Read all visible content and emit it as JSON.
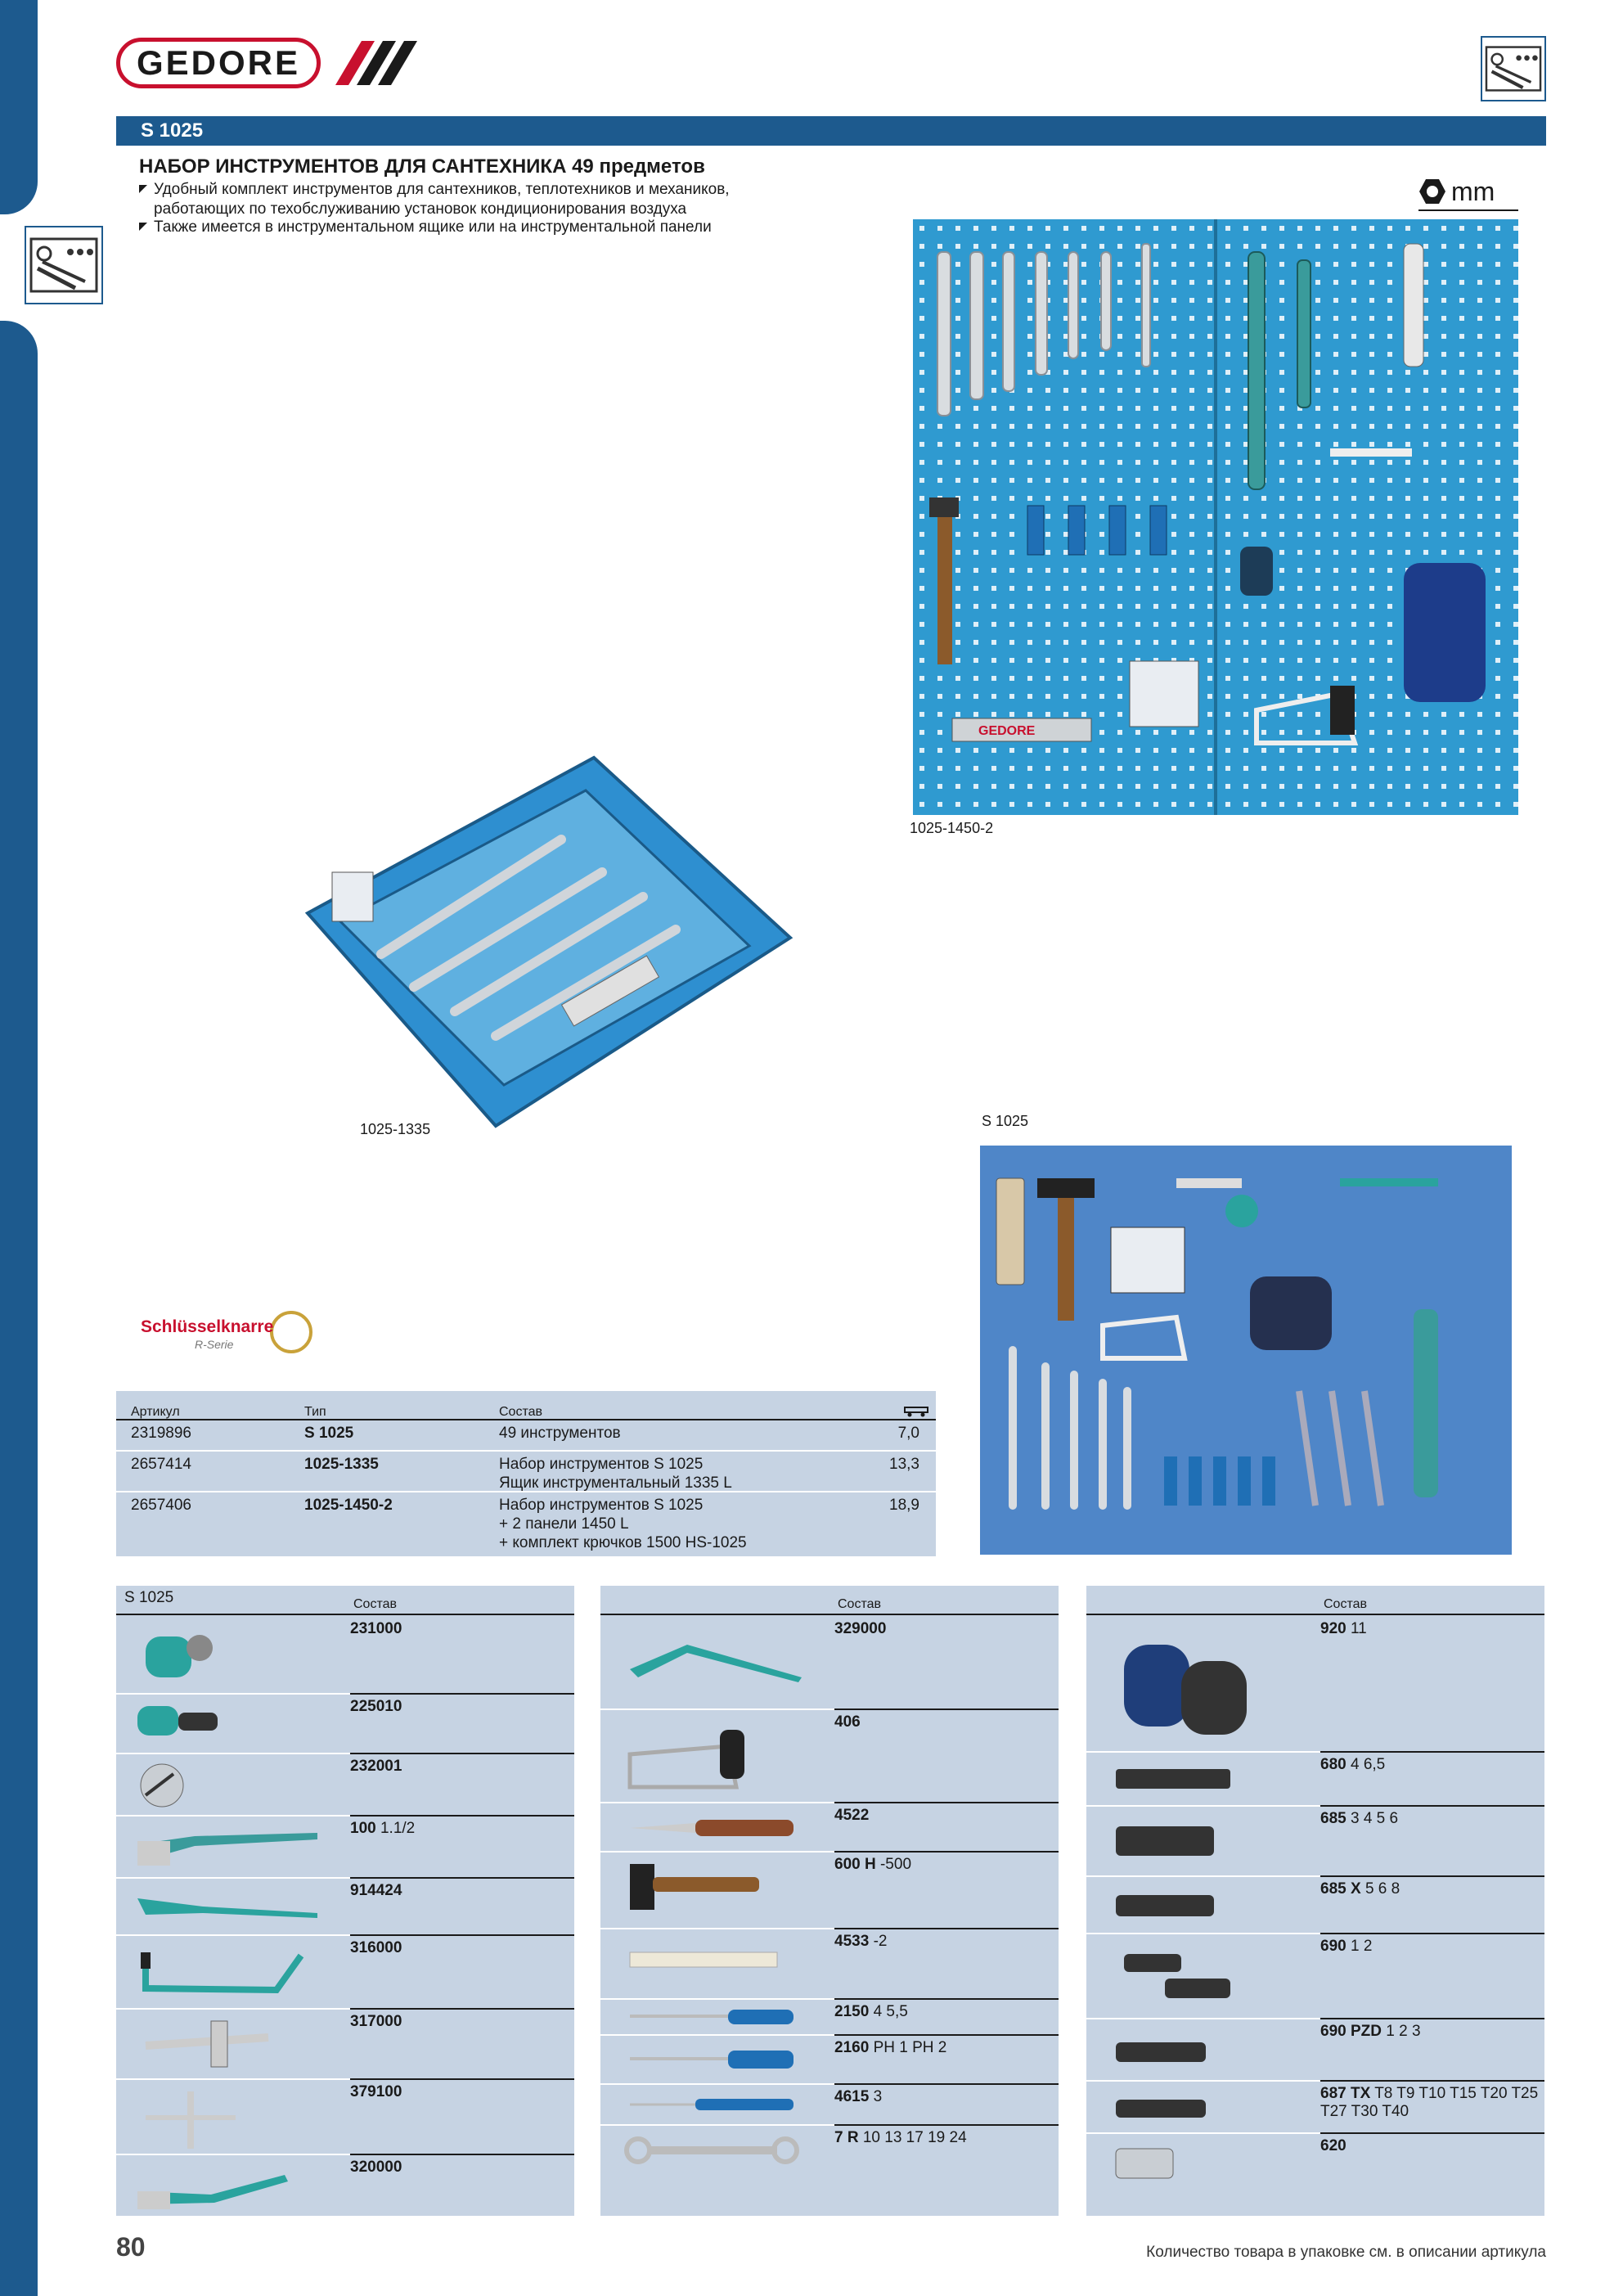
{
  "brand": {
    "logo_text": "GEDORE"
  },
  "header": {
    "product_code": "S 1025",
    "title": "НАБОР ИНСТРУМЕНТОВ ДЛЯ САНТЕХНИКА 49 предметов"
  },
  "bullets": [
    "Удобный комплект инструментов для сантехников, теплотехников и механиков,",
    "работающих по техобслуживанию установок кондиционирования воздуха",
    "Также имеется в инструментальном ящике или на инструментальной панели"
  ],
  "unit_badge": "mm",
  "captions": {
    "panel": "1025-1450-2",
    "box": "1025-1335",
    "set": "S 1025"
  },
  "panel_logo": "GEDORE",
  "ratchet_logo": {
    "line1": "Schlüsselknarre",
    "line2": "R-Serie"
  },
  "spec_table": {
    "headers": {
      "article": "Артикул",
      "type": "Тип",
      "contents": "Состав"
    },
    "rows": [
      {
        "article": "2319896",
        "type": "S 1025",
        "contents": [
          "49 инструментов"
        ],
        "weight": "7,0"
      },
      {
        "article": "2657414",
        "type": "1025-1335",
        "contents": [
          "Набор инструментов S 1025",
          "Ящик инструментальный 1335 L"
        ],
        "weight": "13,3"
      },
      {
        "article": "2657406",
        "type": "1025-1450-2",
        "contents": [
          "Набор инструментов S 1025",
          "+ 2 панели 1450 L",
          "+ комплект крючков 1500 HS-1025"
        ],
        "weight": "18,9"
      }
    ]
  },
  "parts": {
    "col1_title": "S 1025",
    "contents_label": "Состав",
    "col1": [
      {
        "code": "231000",
        "size": ""
      },
      {
        "code": "225010",
        "size": ""
      },
      {
        "code": "232001",
        "size": ""
      },
      {
        "code": "100",
        "size": "1.1/2"
      },
      {
        "code": "914424",
        "size": ""
      },
      {
        "code": "316000",
        "size": ""
      },
      {
        "code": "317000",
        "size": ""
      },
      {
        "code": "379100",
        "size": ""
      },
      {
        "code": "320000",
        "size": ""
      }
    ],
    "col2": [
      {
        "code": "329000",
        "size": ""
      },
      {
        "code": "406",
        "size": ""
      },
      {
        "code": "4522",
        "size": ""
      },
      {
        "code": "600 H",
        "size": "-500"
      },
      {
        "code": "4533",
        "size": "-2"
      },
      {
        "code": "2150",
        "size": "4 5,5"
      },
      {
        "code": "2160",
        "size": "PH 1 PH 2"
      },
      {
        "code": "4615",
        "size": "3"
      },
      {
        "code": "7 R",
        "size": "10 13 17 19 24"
      }
    ],
    "col3": [
      {
        "code": "920",
        "size": "11"
      },
      {
        "code": "680",
        "size": "4 6,5"
      },
      {
        "code": "685",
        "size": "3 4 5 6"
      },
      {
        "code": "685 X",
        "size": "5 6 8"
      },
      {
        "code": "690",
        "size": "1 2"
      },
      {
        "code": "690 PZD",
        "size": "1 2 3"
      },
      {
        "code": "687 TX",
        "size": "T8 T9 T10 T15 T20 T25"
      },
      {
        "code": "620",
        "size": ""
      }
    ],
    "col3_extra_line": "T27 T30 T40"
  },
  "footer": {
    "page_number": "80",
    "note": "Количество товара в упаковке см. в описании артикула"
  },
  "colors": {
    "brand_blue": "#1d5a8e",
    "brand_red": "#c8102e",
    "table_bg": "#c6d3e3",
    "pegboard": "#2f9ad0"
  }
}
